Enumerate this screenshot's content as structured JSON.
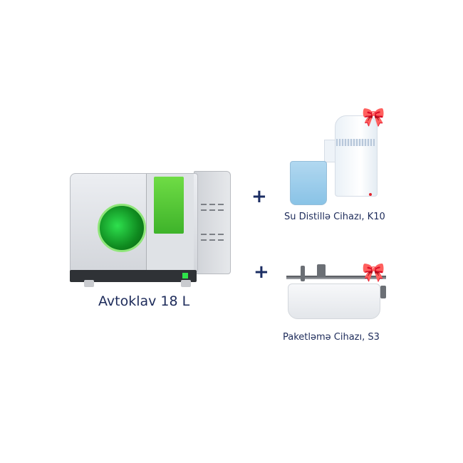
{
  "products": {
    "main": {
      "name": "Avtoklav 18 L",
      "icon": "autoclave-image"
    },
    "gift1": {
      "name": "Su Distillə Cihazı, K10",
      "icon": "water-distiller-image",
      "badge": "gift-bow-icon"
    },
    "gift2": {
      "name": "Paketləmə Cihazı, S3",
      "icon": "sealing-machine-image",
      "badge": "gift-bow-icon"
    }
  },
  "symbols": {
    "plus": "+",
    "bow": "🎀"
  },
  "colors": {
    "label": "#1d2b5a",
    "plus": "#1b2d63",
    "bow": "#d81e26",
    "screen_green": "#4cc93a"
  }
}
